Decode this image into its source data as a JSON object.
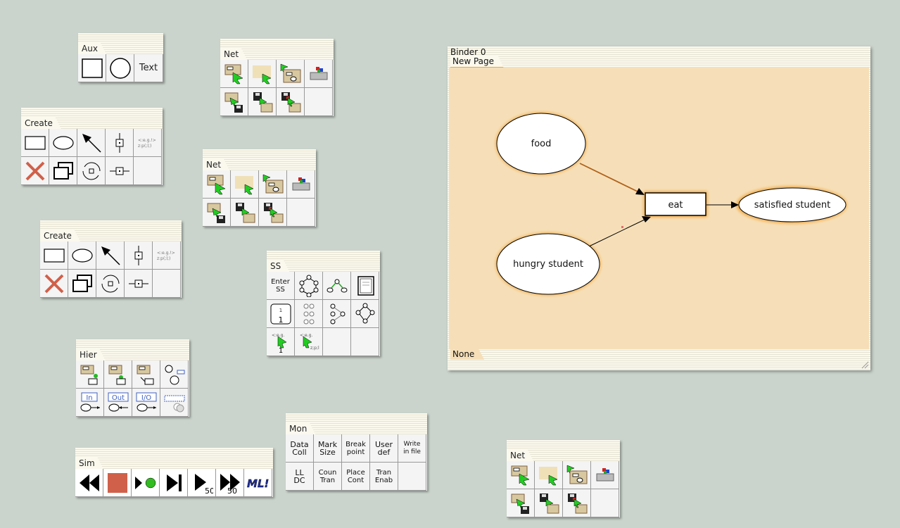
{
  "palettes": {
    "aux": {
      "title": "Aux",
      "text_tool": "Text"
    },
    "create1": {
      "title": "Create"
    },
    "create2": {
      "title": "Create"
    },
    "hier": {
      "title": "Hier",
      "in_label": "In",
      "out_label": "Out",
      "io_label": "I/O"
    },
    "sim": {
      "title": "Sim",
      "play_steps": "50",
      "ff_steps": "50",
      "ml_label": "ML!"
    },
    "net1": {
      "title": "Net"
    },
    "net2": {
      "title": "Net"
    },
    "net3": {
      "title": "Net"
    },
    "ss": {
      "title": "SS",
      "enter_ss": "Enter\nSS",
      "count_1": "1",
      "count_1b": "1"
    },
    "mon": {
      "title": "Mon",
      "tools": [
        "Data\nColl",
        "Mark\nSize",
        "Break\npoint",
        "User\ndef",
        "Write\nin file",
        "LL\nDC",
        "Coun\nTran",
        "Place\nCont",
        "Tran\nEnab"
      ]
    }
  },
  "binder": {
    "title": "Binder 0",
    "page_tab": "New Page",
    "group_tab": "None",
    "nodes": {
      "food": "food",
      "hungry": "hungry student",
      "eat": "eat",
      "satisfied": "satisfied student"
    },
    "colors": {
      "canvas": "#f6dfb8",
      "highlight": "#f0a030",
      "arc_orange": "#b0601a"
    }
  }
}
